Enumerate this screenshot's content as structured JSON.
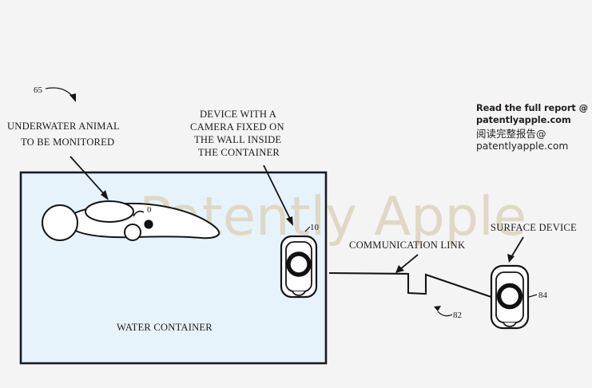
{
  "figure": {
    "reference_number": "65",
    "background_color": "#f4f4f4",
    "watermark": {
      "text": "Patently Apple",
      "color": "#ded7c4"
    },
    "container": {
      "label": "WATER CONTAINER",
      "fill_color": "#e6f3fa",
      "border_color": "#1a1a23"
    },
    "callouts": {
      "animal": "UNDERWATER ANIMAL\nTO BE MONITORED",
      "animal_line1": "UNDERWATER ANIMAL",
      "animal_line2": "TO BE MONITORED",
      "camera_device_line1": "DEVICE WITH A",
      "camera_device_line2": "CAMERA FIXED ON",
      "camera_device_line3": "THE WALL INSIDE",
      "camera_device_line4": "THE CONTAINER",
      "communication_link": "COMMUNICATION LINK",
      "surface_device": "SURFACE DEVICE"
    },
    "reference_labels": {
      "animal": "0",
      "camera_device": "10",
      "communication_link": "82",
      "surface_device": "84"
    }
  },
  "promo": {
    "line1": "Read the full report @",
    "line2": "patentlyapple.com",
    "line3": "阅读完整报告@",
    "line4": "patentlyapple.com"
  }
}
